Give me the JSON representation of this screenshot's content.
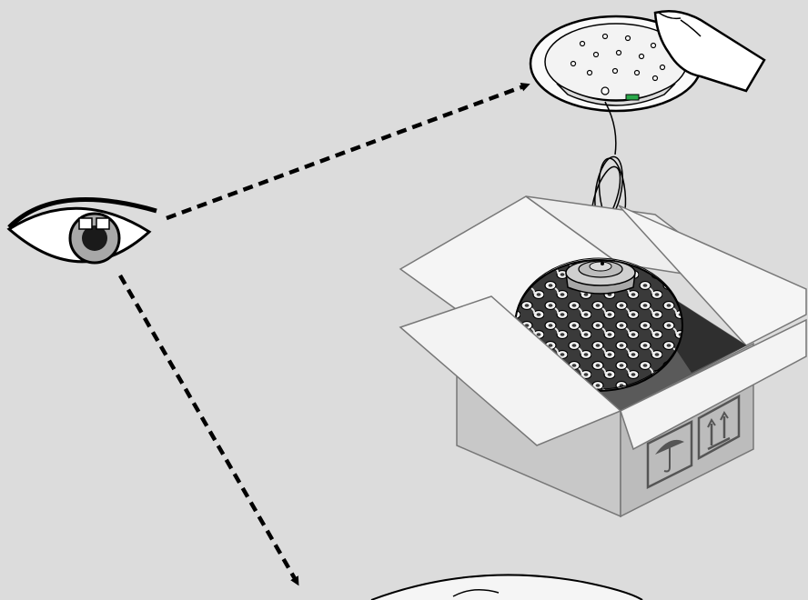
{
  "illustration": {
    "background_color": "#dcdcdc",
    "line_color": "#000000",
    "accent_color": "#2aa84a",
    "elements": [
      "eye-icon",
      "ceiling-canopy",
      "hand-icon",
      "coiled-cable",
      "shipping-box",
      "pendant-lamp-shade",
      "umbrella-icon",
      "this-way-up-icon",
      "dashed-arrow-to-canopy",
      "dashed-arrow-down"
    ]
  }
}
